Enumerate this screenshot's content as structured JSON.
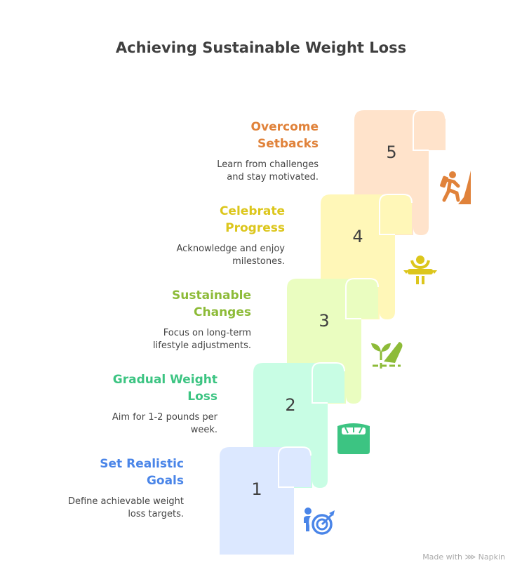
{
  "title": "Achieving Sustainable Weight Loss",
  "steps": [
    {
      "number": "1",
      "title_line1": "Set Realistic",
      "title_line2": "Goals",
      "desc_line1": "Define achievable weight",
      "desc_line2": "loss targets.",
      "icon": "person-target-icon",
      "color": "#4A85E8",
      "fill": "#DCE8FF"
    },
    {
      "number": "2",
      "title_line1": "Gradual Weight",
      "title_line2": "Loss",
      "desc_line1": "Aim for 1-2 pounds per",
      "desc_line2": "week.",
      "icon": "scale-icon",
      "color": "#3CC482",
      "fill": "#C8FDE4"
    },
    {
      "number": "3",
      "title_line1": "Sustainable",
      "title_line2": "Changes",
      "desc_line1": "Focus on long-term",
      "desc_line2": "lifestyle adjustments.",
      "icon": "plant-hand-icon",
      "color": "#8DBB38",
      "fill": "#EAFDC0"
    },
    {
      "number": "4",
      "title_line1": "Celebrate",
      "title_line2": "Progress",
      "desc_line1": "Acknowledge and enjoy",
      "desc_line2": "milestones.",
      "icon": "celebration-icon",
      "color": "#DCC61C",
      "fill": "#FFF7B8"
    },
    {
      "number": "5",
      "title_line1": "Overcome",
      "title_line2": "Setbacks",
      "desc_line1": "Learn from challenges",
      "desc_line2": "and stay motivated.",
      "icon": "climber-icon",
      "color": "#E0823A",
      "fill": "#FFE3CB"
    }
  ],
  "footer": "Made with ⋙ Napkin"
}
